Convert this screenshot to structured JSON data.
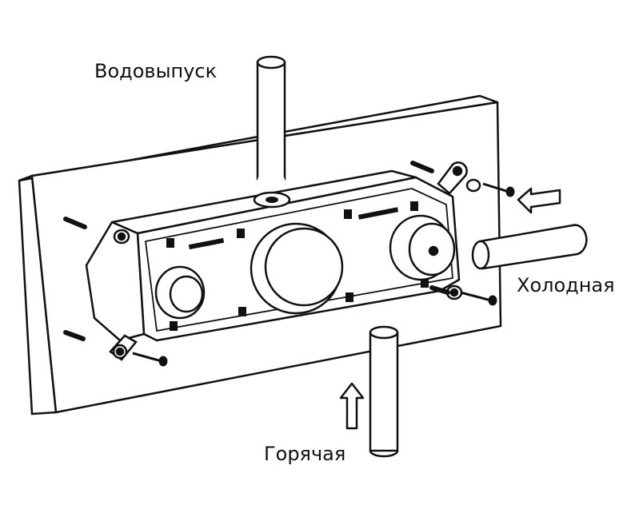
{
  "labels": {
    "outlet": "Водовыпуск",
    "cold": "Холодная",
    "hot": "Горячая"
  },
  "colors": {
    "line": "#111111",
    "panel_front": "#ffffff",
    "panel_side": "#ffffff",
    "body": "#ffffff",
    "dark_mark": "#111111"
  },
  "icons": {
    "cold_arrow": "arrow-left-icon",
    "hot_arrow": "arrow-up-icon"
  }
}
